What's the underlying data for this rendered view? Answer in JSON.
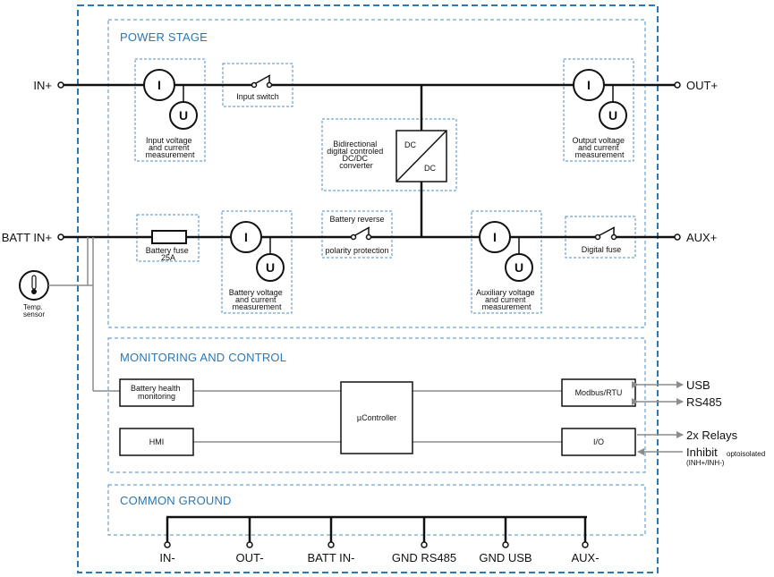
{
  "sections": {
    "power_stage": "POWER STAGE",
    "monitoring": "MONITORING AND CONTROL",
    "common_ground": "COMMON GROUND"
  },
  "terminals": {
    "in_plus": "IN+",
    "out_plus": "OUT+",
    "batt_in_plus": "BATT IN+",
    "aux_plus": "AUX+"
  },
  "meters": {
    "current": "I",
    "voltage": "U"
  },
  "labels": {
    "input_meas": [
      "Input voltage",
      "and current",
      "measurement"
    ],
    "input_switch": "Input switch",
    "output_meas": [
      "Output voltage",
      "and current",
      "measurement"
    ],
    "converter": [
      "Bidirectional",
      "digital controled",
      "DC/DC",
      "converter"
    ],
    "dc_top": "DC",
    "dc_bottom": "DC",
    "battery_fuse": [
      "Battery fuse",
      "25A"
    ],
    "battery_meas": [
      "Battery voltage",
      "and current",
      "measurement"
    ],
    "polarity_top": "Battery reverse",
    "polarity_bottom": "polarity protection",
    "aux_meas": [
      "Auxiliary voltage",
      "and current",
      "measurement"
    ],
    "digital_fuse": "Digital fuse",
    "temp_sensor": [
      "Temp.",
      "sensor"
    ]
  },
  "blocks": {
    "battery_health": [
      "Battery health",
      "monitoring"
    ],
    "hmi": "HMI",
    "ucontroller": "µController",
    "modbus": "Modbus/RTU",
    "io": "I/O"
  },
  "interfaces": {
    "usb": "USB",
    "rs485": "RS485",
    "relays": "2x Relays",
    "inhibit": "Inhibit",
    "inhibit_note": "optoisolated",
    "inhibit_pins": "(INH+/INH-)"
  },
  "ground_terminals": [
    "IN-",
    "OUT-",
    "BATT IN-",
    "GND RS485",
    "GND USB",
    "AUX-"
  ],
  "colors": {
    "accent": "#2a78b6",
    "wire": "#111111",
    "signal": "#8c8c8c"
  }
}
